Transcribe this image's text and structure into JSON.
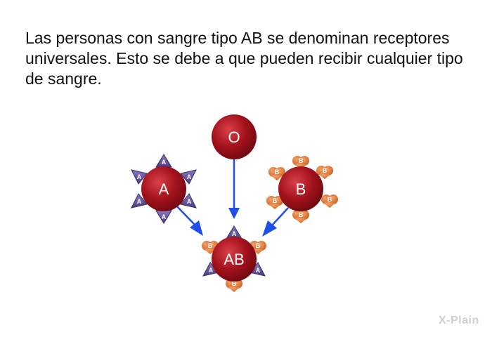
{
  "caption": "Las personas con sangre tipo AB se denominan receptores universales. Esto se debe a que pueden recibir cualquier tipo de sangre.",
  "cells": {
    "o": "O",
    "a": "A",
    "b": "B",
    "ab": "AB"
  },
  "antigens": {
    "a": "A",
    "b": "B"
  },
  "colors": {
    "cell": "#a3121c",
    "antigen_a": "#5b4b91",
    "antigen_b": "#e0793a",
    "arrow": "#1f4fe6"
  },
  "logo": "X-Plain"
}
